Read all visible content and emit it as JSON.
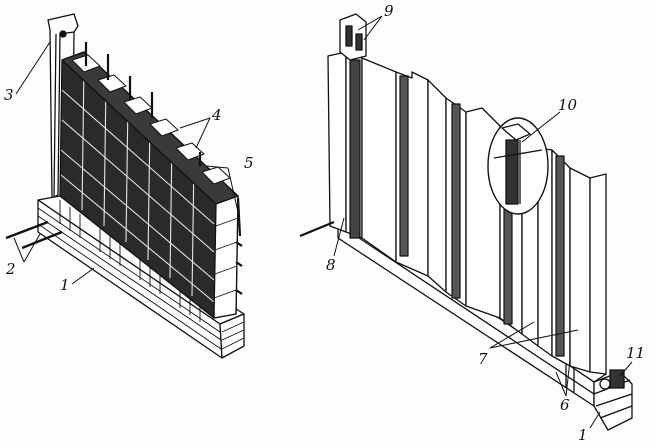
{
  "figure": {
    "left_panel": {
      "callouts": [
        {
          "id": "c3",
          "text": "3"
        },
        {
          "id": "c4",
          "text": "4"
        },
        {
          "id": "c5",
          "text": "5"
        },
        {
          "id": "c2",
          "text": "2"
        },
        {
          "id": "c1",
          "text": "1"
        }
      ]
    },
    "right_panel": {
      "callouts": [
        {
          "id": "c9",
          "text": "9"
        },
        {
          "id": "c10",
          "text": "10"
        },
        {
          "id": "c8",
          "text": "8"
        },
        {
          "id": "c7",
          "text": "7"
        },
        {
          "id": "c11",
          "text": "11"
        },
        {
          "id": "c6",
          "text": "6"
        },
        {
          "id": "c1b",
          "text": "1"
        }
      ]
    },
    "colors": {
      "ink": "#111111",
      "paper": "#fdfdfb",
      "light_fill": "#ffffff"
    }
  }
}
